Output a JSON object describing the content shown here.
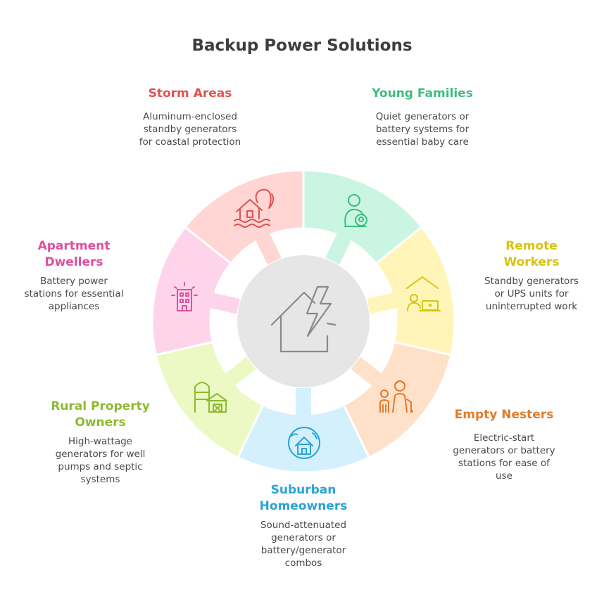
{
  "title": "Backup Power Solutions",
  "colors": {
    "storm": "#e0524f",
    "storm_fill": "#ffd6d3",
    "young": "#3dbd7d",
    "young_fill": "#c9f5e2",
    "remote": "#d9c412",
    "remote_fill": "#fff5b8",
    "nesters": "#e07b2c",
    "nesters_fill": "#ffe0c8",
    "suburban": "#2ba3d6",
    "suburban_fill": "#d3f0fc",
    "rural": "#8dbb2e",
    "rural_fill": "#ecf9c4",
    "apartment": "#e04fa0",
    "apartment_fill": "#fdd4ea",
    "center_fill": "#e6e6e6",
    "center_stroke": "#8a8a8a"
  },
  "center": {
    "icon": "house-lightning-icon"
  },
  "segments": [
    {
      "id": "storm",
      "title": "Storm Areas",
      "desc": "Aluminum-enclosed\nstandby generators\nfor coastal protection",
      "icon": "flood-house-icon"
    },
    {
      "id": "young",
      "title": "Young Families",
      "desc": "Quiet generators or\nbattery systems for\nessential baby care",
      "icon": "parent-child-icon"
    },
    {
      "id": "remote",
      "title": "Remote\nWorkers",
      "desc": "Standby generators\nor UPS units for\nuninterrupted work",
      "icon": "home-office-icon"
    },
    {
      "id": "nesters",
      "title": "Empty Nesters",
      "desc": "Electric-start\ngenerators or battery\nstations for ease of\nuse",
      "icon": "elderly-couple-icon"
    },
    {
      "id": "suburban",
      "title": "Suburban\nHomeowners",
      "desc": "Sound-attenuated\ngenerators or\nbattery/generator\ncombos",
      "icon": "suburban-house-icon"
    },
    {
      "id": "rural",
      "title": "Rural Property\nOwners",
      "desc": "High-wattage\ngenerators for well\npumps and septic\nsystems",
      "icon": "barn-silo-icon"
    },
    {
      "id": "apartment",
      "title": "Apartment\nDwellers",
      "desc": "Battery power\nstations for essential\nappliances",
      "icon": "apartment-building-icon"
    }
  ]
}
